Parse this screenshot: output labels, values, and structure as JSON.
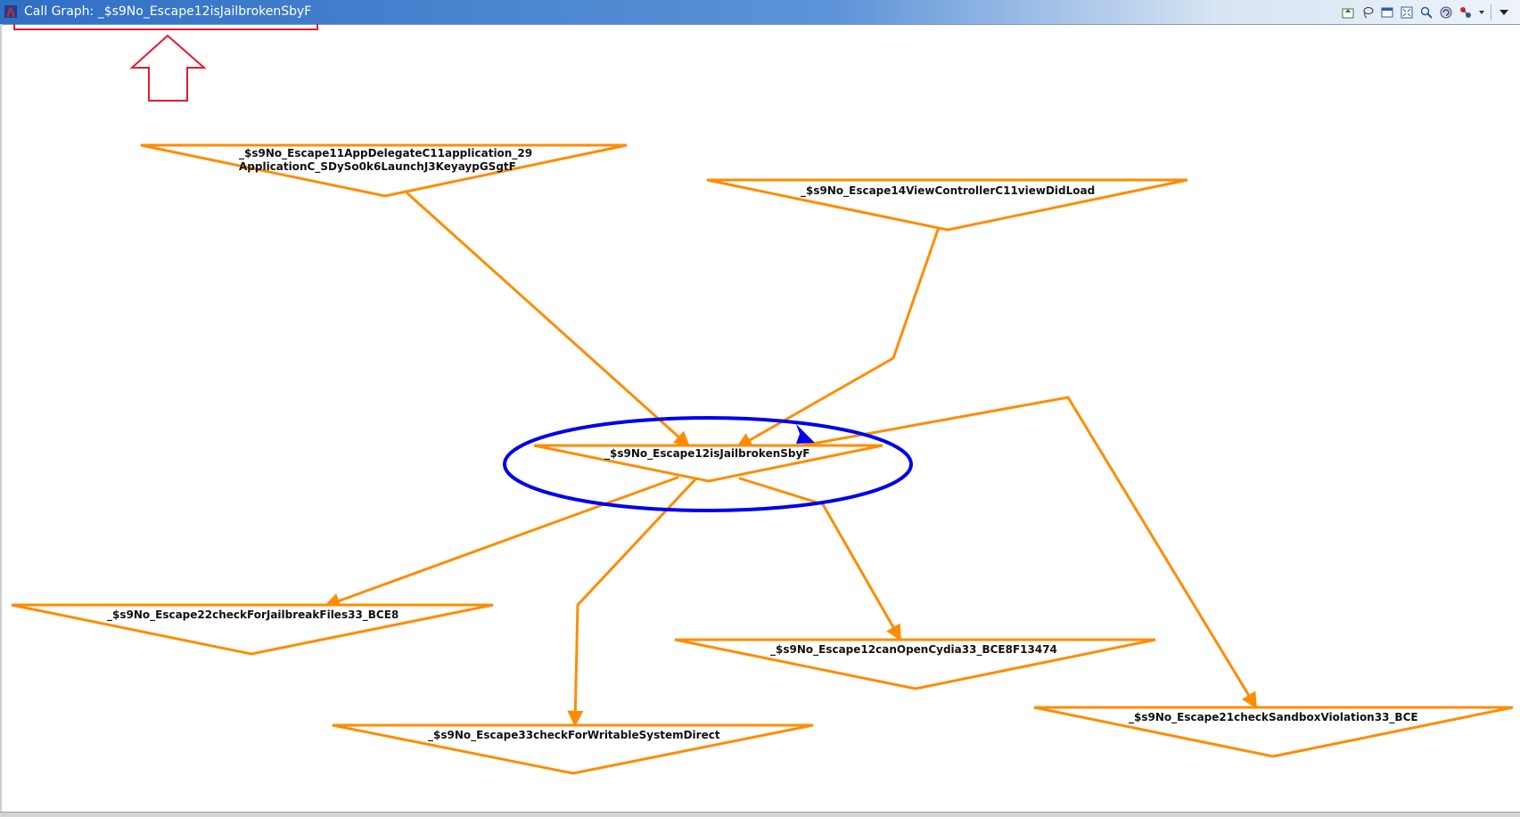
{
  "window": {
    "title": "Call Graph: _$s9No_Escape12isJailbrokenSbyF",
    "app_icon": "ida-icon"
  },
  "toolbar": {
    "buttons": [
      {
        "name": "export-graph-icon"
      },
      {
        "name": "lasso-icon"
      },
      {
        "name": "window-layout-icon"
      },
      {
        "name": "fit-window-icon"
      },
      {
        "name": "zoom-icon"
      },
      {
        "name": "refresh-icon"
      },
      {
        "name": "color-nodes-icon"
      },
      {
        "name": "dropdown-icon"
      },
      {
        "name": "menu-arrow-icon"
      }
    ]
  },
  "graph": {
    "edge_color": "#ff8c00",
    "highlight_color": "#0000ee",
    "annotation_color": "#e8192c",
    "nodes": {
      "app_delegate": {
        "line1": "_$s9No_Escape11AppDelegateC11application_29",
        "line2": "ApplicationC_SDySo0k6LaunchJ3KeyaypGSgtF"
      },
      "view_did_load": {
        "line1": "_$s9No_Escape14ViewControllerC11viewDidLoad"
      },
      "is_jailbroken": {
        "line1": "_$s9No_Escape12isJailbrokenSbyF"
      },
      "check_files": {
        "line1": "_$s9No_Escape22checkForJailbreakFiles33_BCE8"
      },
      "check_writable": {
        "line1": "_$s9No_Escape33checkForWritableSystemDirect"
      },
      "can_open_cydia": {
        "line1": "_$s9No_Escape12canOpenCydia33_BCE8F13474"
      },
      "check_sandbox": {
        "line1": "_$s9No_Escape21checkSandboxViolation33_BCE"
      }
    }
  }
}
